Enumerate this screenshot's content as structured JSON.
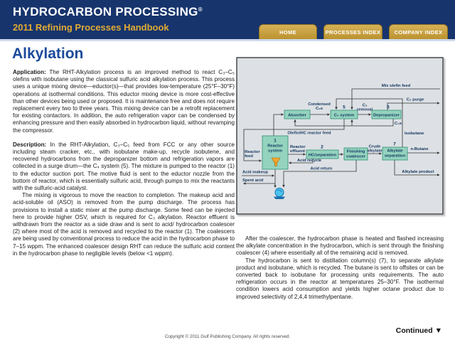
{
  "header": {
    "brand": "HYDROCARBON PROCESSING",
    "brand_reg": "®",
    "subtitle": "2011 Refining Processes Handbook",
    "nav": [
      {
        "label": "HOME"
      },
      {
        "label": "PROCESSES INDEX"
      },
      {
        "label": "COMPANY INDEX"
      }
    ]
  },
  "article": {
    "title": "Alkylation",
    "application_label": "Application:",
    "application_text": " The RHT-Alkylation process is an improved method to react C₃–C₅ olefins with isobutane using the classical sulfuric acid alkylation process. This process uses a unique mixing device—eductor(s)—that provides low-temperature (25°F–30°F) operations at isothermal conditions. This eductor mixing device is more cost-effective than other devices being used or proposed. It is maintenance free and does not require replacement every two to three years. This mixing device can be a retrofit replacement for existing contactors. In addition, the auto refrigeration vapor can be condensed by enhancing pressure and then easily absorbed in hydrocarbon liquid, without revamping the compressor.",
    "description_label": "Description:",
    "description_text": " In the RHT-Alkylation, C₃–C₅ feed from FCC or any other source including steam cracker, etc., with isobutane make-up, recycle isobutene, and recovered hydrocarbons from the depropanizer bottom and refrigeration vapors are collected in a surge drum—the C₄ system (5). The mixture is pumped to the reactor (1) to the eductor suction port. The motive fluid is sent to the eductor nozzle from the bottom of reactor, which is essentially sulfuric acid, through pumps to mix the reactants with the sulfuric-acid catalyst.",
    "paragraph_mixing": "The mixing is vigorous to move the reaction to completion. The makeup acid and acid-soluble oil (ASO) is removed from the pump discharge. The process has provisions to install a static mixer at the pump discharge. Some feed can be injected here to provide higher OSV, which is required for C₃ alkylation. Reactor effluent is withdrawn from the reactor as a side draw and is sent to acid/ hydrocarbon coalescer (2) where most of the acid is removed and recycled to the reactor (1). The coalescers are being used by conventional process to reduce the acid in the hydrocarbon phase to 7–15 wppm. The enhanced coalescer design RHT can reduce the sulfuric acid content in the hydrocarbon phase to negligible levels (below <1 wppm).",
    "paragraph_coalescer": "After the coalescer, the hydrocarbon phase is heated and flashed increasing the alkylate concentration in the hydrocarbon, which is sent through the finishing coalescer (4) where essentially all of the remaining acid is removed.",
    "paragraph_distillation": "The hydrocarbon is sent to distillation column(s) (7), to separate alkylate product and isobutane, which is recycled. The butane is sent to offsites or can be converted back to isobutane for processing units requirements. The auto refrigeration occurs in the reactor at temperatures 25–30°F. The isothermal condition lowers acid consumption and yields higher octane product due to improved selectivity of 2,4,4 trimethylpentane.",
    "continued": "Continued",
    "continued_arrow": "▼",
    "copyright": "Copyright © 2011 Gulf Publishing Company. All rights reserved."
  },
  "colors": {
    "header_navy": "#17346d",
    "nav_gold": "#bb922f",
    "subtitle_gold": "#e2ab33",
    "title_blue": "#1b4a9b",
    "unit_teal": "#94d3be",
    "panel_gray": "#dde1e5",
    "eductor_orange": "#f2a52f",
    "pump_blue": "#49c4ec"
  },
  "diagram": {
    "boxes": {
      "absorber": "Absorber",
      "c4_system": "C₄ system",
      "depropanizer": "Depropanizer",
      "reactor_line1": "Reactor",
      "reactor_line2": "system",
      "hc_separation": "HC/separation",
      "finishing_line1": "Finishing",
      "finishing_line2": "coalescer",
      "alkylate_line1": "Alkylate",
      "alkylate_line2": "separation"
    },
    "numbers": {
      "reactor": "1",
      "hc_separation": "2",
      "c4_system": "5",
      "depropanizer": "6",
      "alkylate_separation": "7"
    },
    "labels": {
      "mix_olefin_feed": "Mix olefin feed",
      "c3_purge": "C₃ purge",
      "condensed_line1": "Condensed",
      "condensed_line2": "C₃s",
      "c3_removal_line1": "C₃",
      "c3_removal_line2": "removal",
      "c4s": "C₄s",
      "isobutane": "Isobutane",
      "olefin_hc_feed": "Olefin/HC reactor feed",
      "reactor_feed_line1": "Reactor",
      "reactor_feed_line2": "feed",
      "reactor_effluent_line1": "Reactor",
      "reactor_effluent_line2": "effluent",
      "acid_recycle": "Acid recycle",
      "acid_return": "Acid return",
      "acid_makeup": "Acid makeup",
      "spent_acid": "Spent acid",
      "crude_line1": "Crude",
      "crude_line2": "alkylate",
      "n_butane": "n-Butane",
      "alkylate_product": "Alkylate product"
    }
  }
}
